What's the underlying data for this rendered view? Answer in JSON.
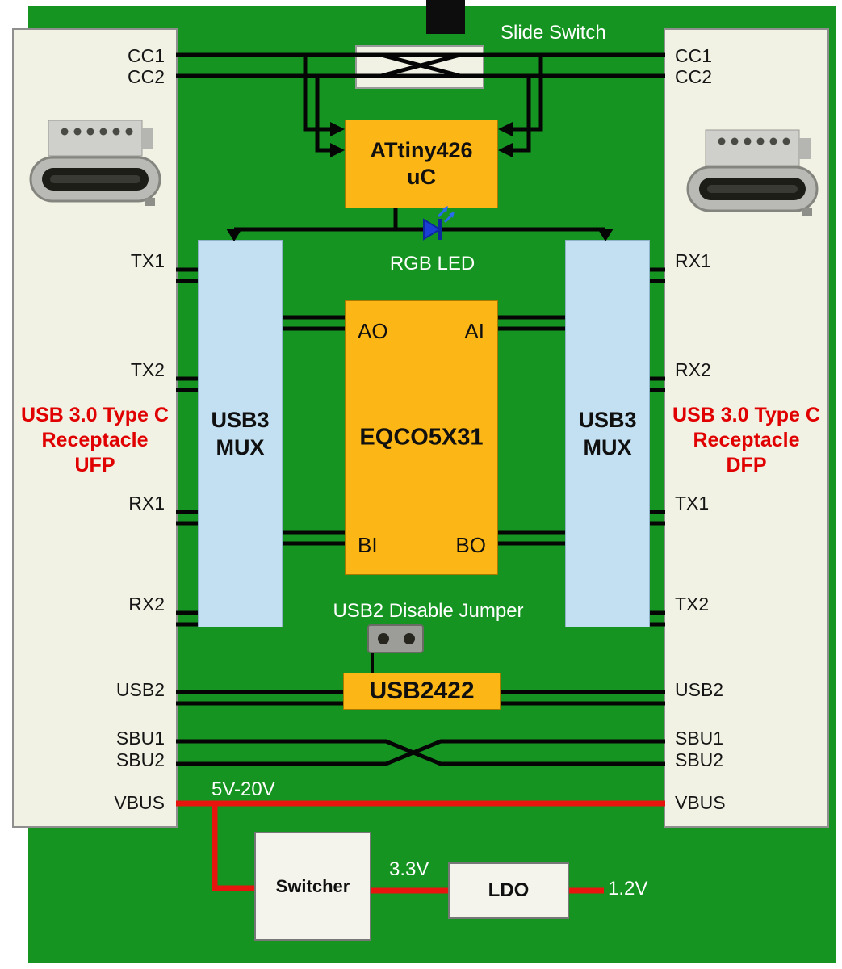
{
  "labels": {
    "slide_switch": "Slide Switch",
    "rgb_led": "RGB LED",
    "usb2_jumper": "USB2 Disable Jumper",
    "vbus_range": "5V-20V",
    "rail_33": "3.3V",
    "rail_12": "1.2V"
  },
  "left_receptacle": {
    "title_lines": [
      "USB 3.0 Type C",
      "Receptacle",
      "UFP"
    ],
    "pins": [
      "CC1",
      "CC2",
      "TX1",
      "TX2",
      "RX1",
      "RX2",
      "USB2",
      "SBU1",
      "SBU2",
      "VBUS"
    ]
  },
  "right_receptacle": {
    "title_lines": [
      "USB 3.0 Type C",
      "Receptacle",
      "DFP"
    ],
    "pins": [
      "CC1",
      "CC2",
      "RX1",
      "RX2",
      "TX1",
      "TX2",
      "USB2",
      "SBU1",
      "SBU2",
      "VBUS"
    ]
  },
  "blocks": {
    "mcu": {
      "line1": "ATtiny426",
      "line2": "uC"
    },
    "mux_left": {
      "line1": "USB3",
      "line2": "MUX"
    },
    "mux_right": {
      "line1": "USB3",
      "line2": "MUX"
    },
    "redriver": {
      "name": "EQCO5X31",
      "pin_ao": "AO",
      "pin_ai": "AI",
      "pin_bi": "BI",
      "pin_bo": "BO"
    },
    "usb_hub": {
      "name": "USB2422"
    },
    "switcher": {
      "name": "Switcher"
    },
    "ldo": {
      "name": "LDO"
    }
  },
  "colors": {
    "board_green": "#169421",
    "block_orange": "#fcb616",
    "mux_blue": "#c2e0f2",
    "wire_black": "#050505",
    "power_red": "#e8150f",
    "receptacle_label_red": "#e00000",
    "led_blue": "#1b3fd6"
  }
}
